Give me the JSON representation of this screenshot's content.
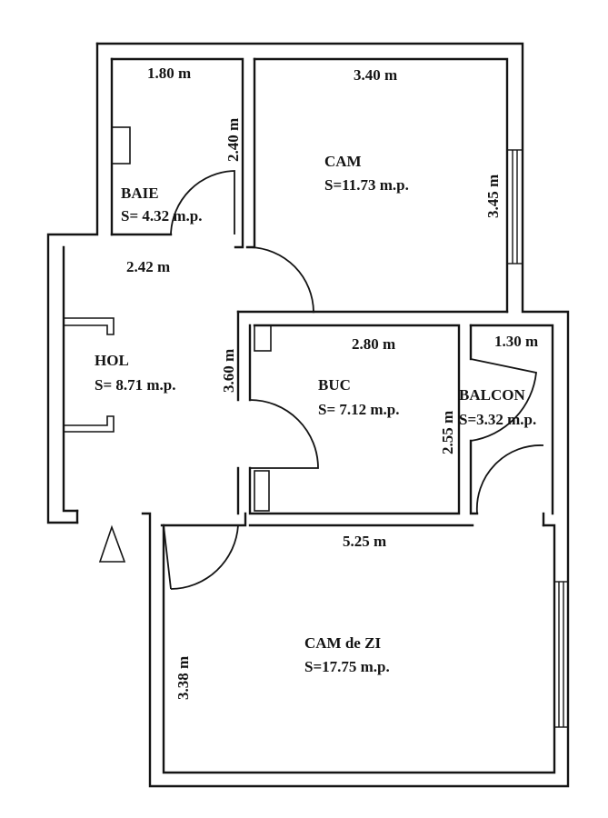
{
  "rooms": {
    "baie": {
      "name": "BAIE",
      "area": "S= 4.32 m.p."
    },
    "cam": {
      "name": "CAM",
      "area": "S=11.73 m.p."
    },
    "hol": {
      "name": "HOL",
      "area": "S= 8.71 m.p."
    },
    "buc": {
      "name": "BUC",
      "area": "S= 7.12 m.p."
    },
    "balcon": {
      "name": "BALCON",
      "area": "S=3.32 m.p."
    },
    "cam_zi": {
      "name": "CAM de ZI",
      "area": "S=17.75 m.p."
    }
  },
  "dimensions": {
    "baie_width": "1.80 m",
    "baie_height": "2.40 m",
    "cam_width": "3.40 m",
    "cam_height": "3.45 m",
    "hol_width": "2.42 m",
    "hol_height": "3.60 m",
    "buc_width": "2.80 m",
    "buc_height": "2.55 m",
    "balcon_width": "1.30 m",
    "camzi_width": "5.25 m",
    "camzi_height": "3.38 m"
  },
  "symbols": {
    "north_arrow": "triangle-icon"
  },
  "colors": {
    "ink": "#141414",
    "paper": "#ffffff"
  }
}
